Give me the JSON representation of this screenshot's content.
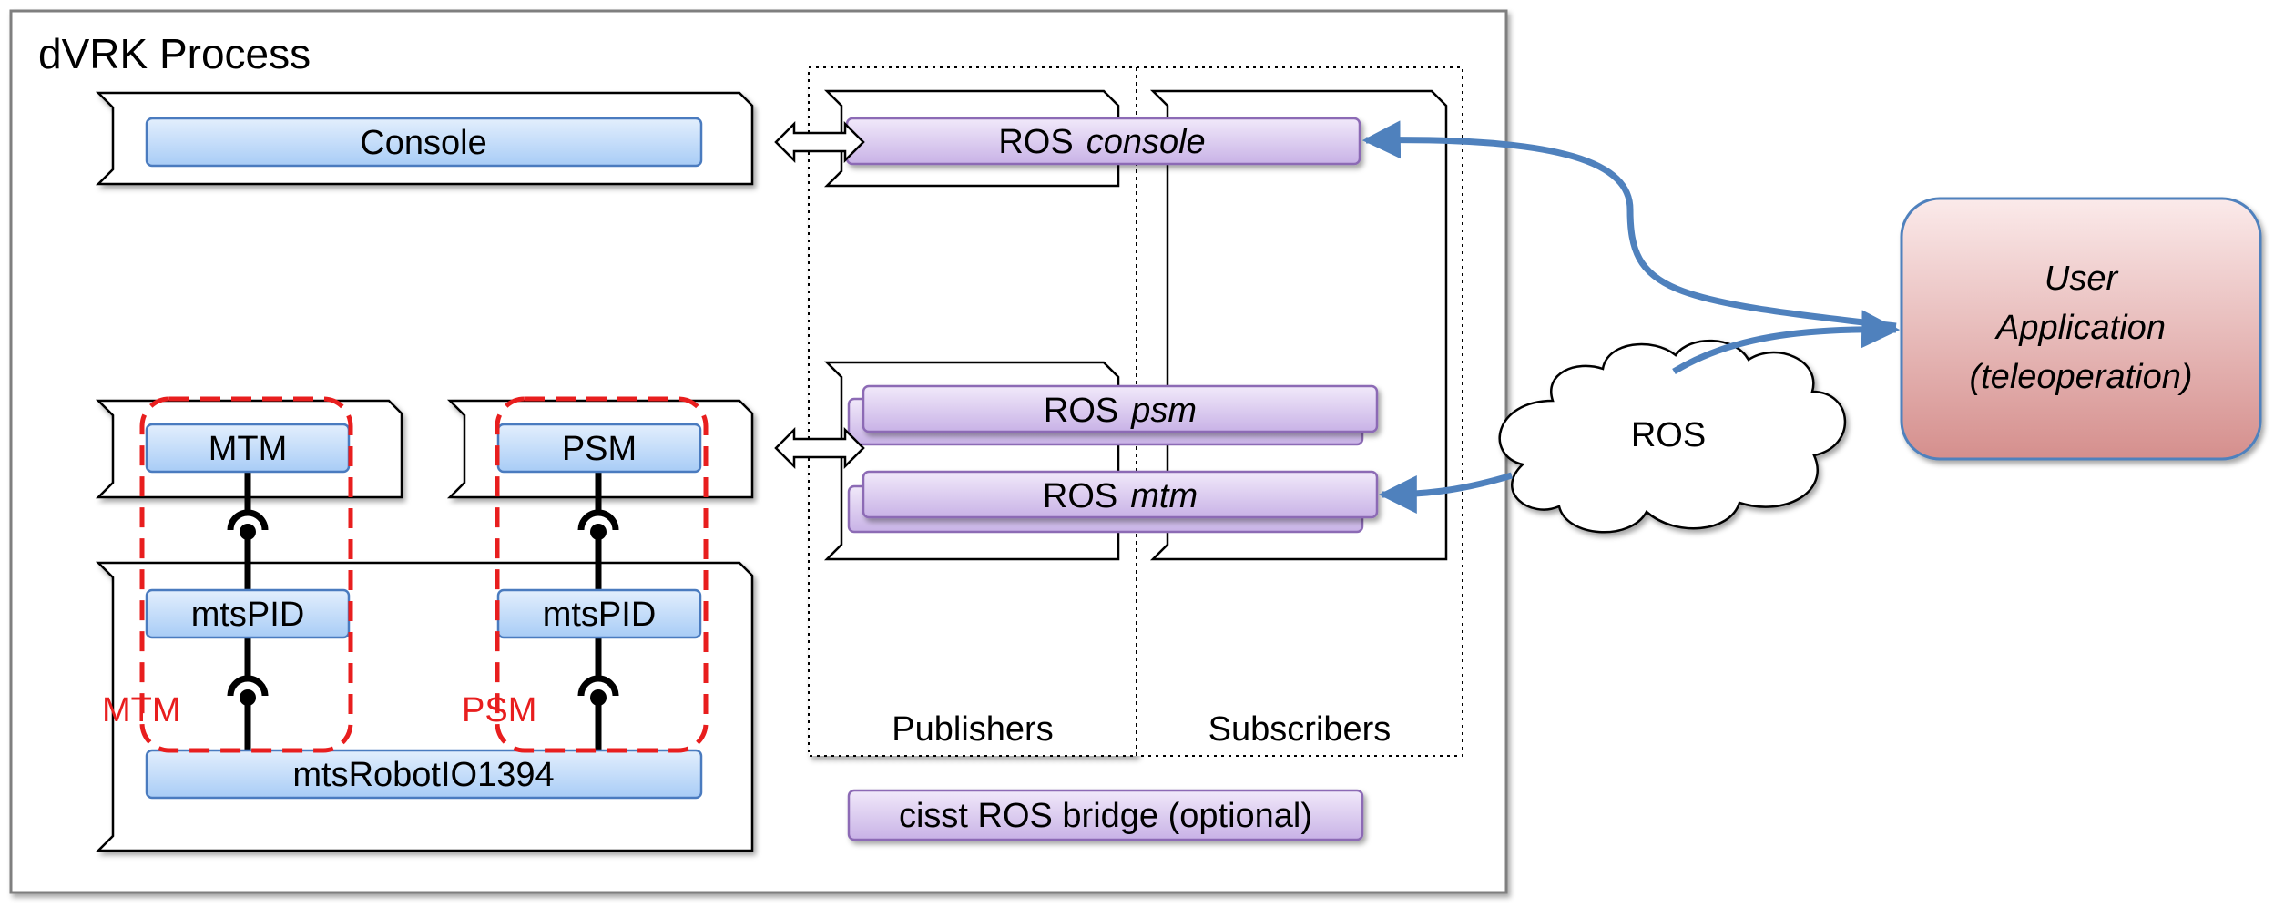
{
  "process": {
    "title": "dVRK Process"
  },
  "components": {
    "console": "Console",
    "mtm": "MTM",
    "psm": "PSM",
    "mts_pid_mtm": "mtsPID",
    "mts_pid_psm": "mtsPID",
    "robot_io": "mtsRobotIO1394"
  },
  "groups": {
    "mtm_label": "MTM",
    "psm_label": "PSM"
  },
  "bridge": {
    "ros_console_prefix": "ROS",
    "ros_console_name": "console",
    "ros_psm_prefix": "ROS",
    "ros_psm_name": "psm",
    "ros_mtm_prefix": "ROS",
    "ros_mtm_name": "mtm",
    "publishers": "Publishers",
    "subscribers": "Subscribers",
    "label": "cisst ROS bridge (optional)"
  },
  "network": {
    "cloud_label": "ROS"
  },
  "user_app": {
    "line1": "User",
    "line2": "Application",
    "line3": "(teleoperation)"
  },
  "colors": {
    "component_fill_top": "#dcebfc",
    "component_fill_bottom": "#a9cdf7",
    "component_stroke": "#4a7bbf",
    "ros_fill_top": "#ece3f7",
    "ros_fill_bottom": "#c9b3e6",
    "ros_stroke": "#8c6bb5",
    "group_dash": "#e81e1e",
    "arrow_blue": "#4f81bd",
    "user_fill_top": "#f9e3e3",
    "user_fill_bottom": "#d99795",
    "user_stroke": "#4f81bd"
  }
}
